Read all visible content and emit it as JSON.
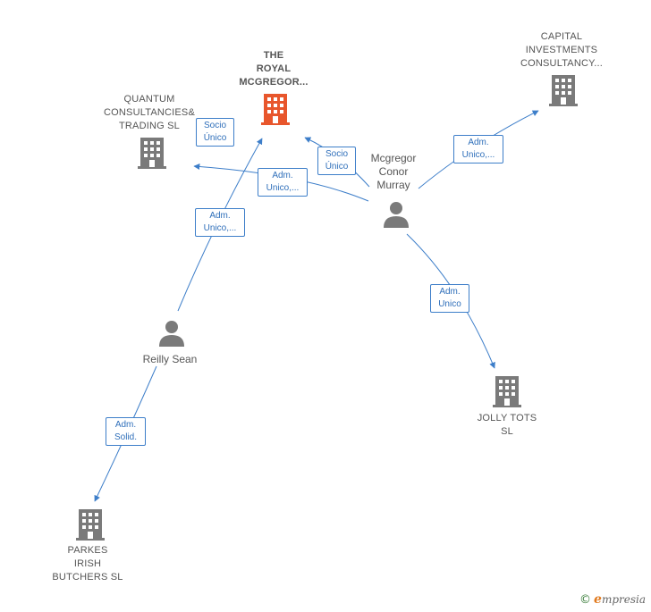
{
  "colors": {
    "edge": "#3d7ec9",
    "icon_gray": "#7a7a7a",
    "icon_main": "#e8562c",
    "label_text": "#555555"
  },
  "nodes": {
    "royal": {
      "lines": [
        "THE",
        "ROYAL",
        "MCGREGOR..."
      ],
      "icon": "building-icon"
    },
    "quantum": {
      "lines": [
        "QUANTUM",
        "CONSULTANCIES&",
        "TRADING  SL"
      ],
      "icon": "building-icon"
    },
    "capital": {
      "lines": [
        "CAPITAL",
        "INVESTMENTS",
        "CONSULTANCY..."
      ],
      "icon": "building-icon"
    },
    "jolly": {
      "lines": [
        "JOLLY TOTS",
        "SL"
      ],
      "icon": "building-icon"
    },
    "parkes": {
      "lines": [
        "PARKES",
        "IRISH",
        "BUTCHERS  SL"
      ],
      "icon": "building-icon"
    },
    "mcgregor": {
      "lines": [
        "Mcgregor",
        "Conor",
        "Murray"
      ],
      "icon": "person-icon"
    },
    "reilly": {
      "lines": [
        "Reilly Sean"
      ],
      "icon": "person-icon"
    }
  },
  "edges": {
    "reilly_royal": [
      "Adm.",
      "Unico,..."
    ],
    "quantum_socio": [
      "Socio",
      "Único"
    ],
    "mcgregor_royal": [
      "Socio",
      "Único"
    ],
    "mcgregor_quantum": [
      "Adm.",
      "Unico,..."
    ],
    "mcgregor_capital": [
      "Adm.",
      "Unico,..."
    ],
    "mcgregor_jolly": [
      "Adm.",
      "Unico"
    ],
    "reilly_parkes": [
      "Adm.",
      "Solid."
    ]
  },
  "brand": {
    "symbol": "©",
    "e": "e",
    "rest": "mpresia"
  }
}
